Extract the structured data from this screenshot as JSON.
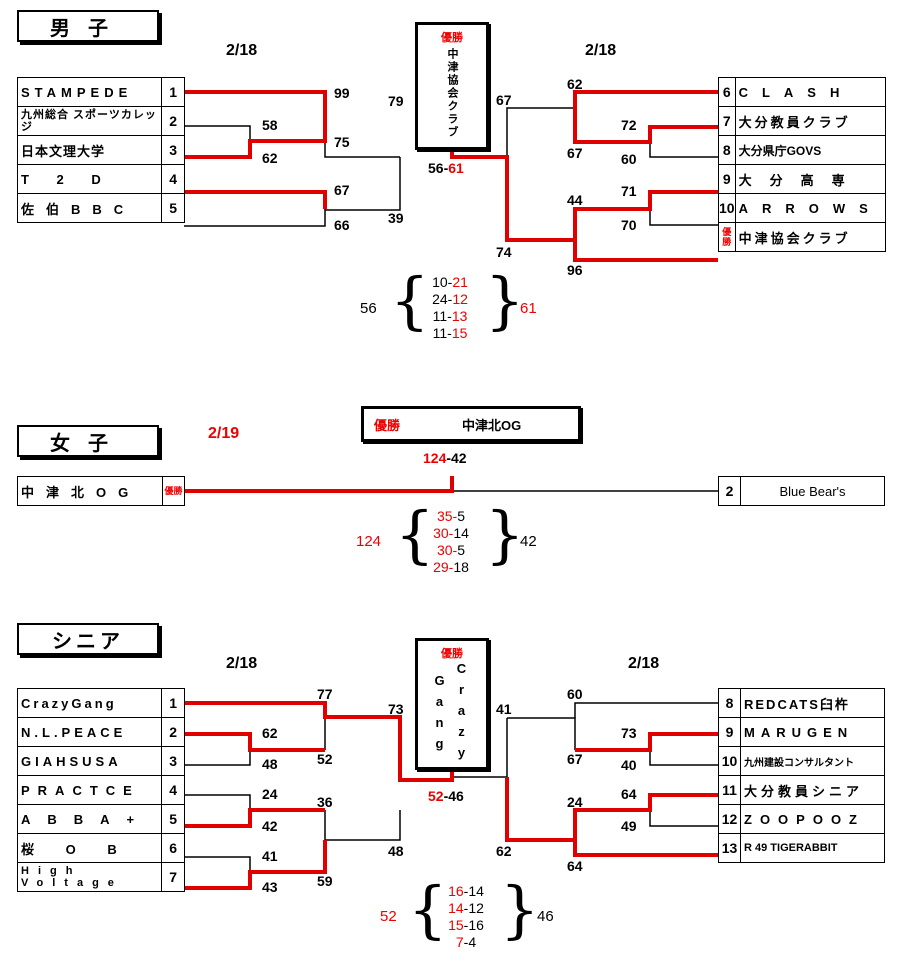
{
  "men": {
    "header": "男子",
    "date_left": "2/18",
    "date_right": "2/18",
    "champion_tag": "優勝",
    "champion_team": "中津協会クラブ",
    "left_teams": [
      {
        "name": "STAMPEDE",
        "seed": "1"
      },
      {
        "name": "九州総合 スポーツカレッジ",
        "seed": "2"
      },
      {
        "name": "日本文理大学",
        "seed": "3"
      },
      {
        "name": "T 2 D",
        "seed": "4"
      },
      {
        "name": "佐伯BBC",
        "seed": "5"
      }
    ],
    "right_teams": [
      {
        "seed": "6",
        "name": "CLASH"
      },
      {
        "seed": "7",
        "name": "大分教員クラブ"
      },
      {
        "seed": "8",
        "name": "大分県庁GOVS"
      },
      {
        "seed": "9",
        "name": "大分高専"
      },
      {
        "seed": "10",
        "name": "ARROWS"
      },
      {
        "seed": "優勝",
        "name": "中津協会クラブ"
      }
    ],
    "scores": {
      "s99": "99",
      "s75": "75",
      "s58": "58",
      "s62": "62",
      "s79": "79",
      "s67l": "67",
      "s66": "66",
      "s39": "39",
      "s62r": "62",
      "s67r": "67",
      "s72": "72",
      "s60": "60",
      "s67b": "67",
      "s71": "71",
      "s70": "70",
      "s44": "44",
      "s96": "96",
      "s74": "74"
    },
    "final_loser": "56-",
    "final_winner": "61",
    "breakdown_left": "56",
    "breakdown_right": "61",
    "quarters": [
      {
        "a": "10-",
        "b": "21"
      },
      {
        "a": "24-",
        "b": "12"
      },
      {
        "a": "11-",
        "b": "13"
      },
      {
        "a": "11-",
        "b": "15"
      }
    ]
  },
  "women": {
    "header": "女子",
    "date": "2/19",
    "champion_tag": "優勝",
    "champion_team": "中津北OG",
    "left_team": {
      "name": "中津北OG",
      "tag": "優勝"
    },
    "right_team": {
      "seed": "2",
      "name": "Blue Bear's"
    },
    "final_winner": "124",
    "final_loser": "-42",
    "breakdown_left": "124",
    "breakdown_right": "42",
    "quarters": [
      {
        "a": "35-",
        "b": "5"
      },
      {
        "a": "30-",
        "b": "14"
      },
      {
        "a": "30-",
        "b": "5"
      },
      {
        "a": "29-",
        "b": "18"
      }
    ]
  },
  "senior": {
    "header": "シニア",
    "date_left": "2/18",
    "date_right": "2/18",
    "champion_tag": "優勝",
    "champion_col1": "Gang",
    "champion_col2": "Crazy",
    "left_teams": [
      {
        "name": "CrazyGang",
        "seed": "1"
      },
      {
        "name": "N.L.PEACE",
        "seed": "2"
      },
      {
        "name": "GIAHSUSA",
        "seed": "3"
      },
      {
        "name": "PRACTCE",
        "seed": "4"
      },
      {
        "name": "ABBA+",
        "seed": "5"
      },
      {
        "name": "桜 O B",
        "seed": "6"
      },
      {
        "name": "High Voltage",
        "seed": "7"
      }
    ],
    "right_teams": [
      {
        "seed": "8",
        "name": "REDCATS臼杵"
      },
      {
        "seed": "9",
        "name": "MARUGEN"
      },
      {
        "seed": "10",
        "name": "九州建設コンサルタント"
      },
      {
        "seed": "11",
        "name": "大分教員シニア"
      },
      {
        "seed": "12",
        "name": "ZOOPOOZ"
      },
      {
        "seed": "13",
        "name": "R 49 TIGERABBIT"
      }
    ],
    "scores": {
      "s77": "77",
      "s52": "52",
      "s62": "62",
      "s48a": "48",
      "s73": "73",
      "s24": "24",
      "s42": "42",
      "s36": "36",
      "s41": "41",
      "s43": "43",
      "s59": "59",
      "s48b": "48",
      "s60": "60",
      "s73r": "73",
      "s40": "40",
      "s67": "67",
      "s41r": "41",
      "s24r": "24",
      "s64a": "64",
      "s49": "49",
      "s64b": "64",
      "s62r": "62"
    },
    "final_winner": "52",
    "final_loser": "-46",
    "breakdown_left": "52",
    "breakdown_right": "46",
    "quarters": [
      {
        "a": "16",
        "b": "-14"
      },
      {
        "a": "14",
        "b": "-12"
      },
      {
        "a": "15",
        "b": "-16"
      },
      {
        "a": "7",
        "b": "-4"
      }
    ]
  },
  "colors": {
    "win_line": "#e00000",
    "line": "#000000"
  }
}
